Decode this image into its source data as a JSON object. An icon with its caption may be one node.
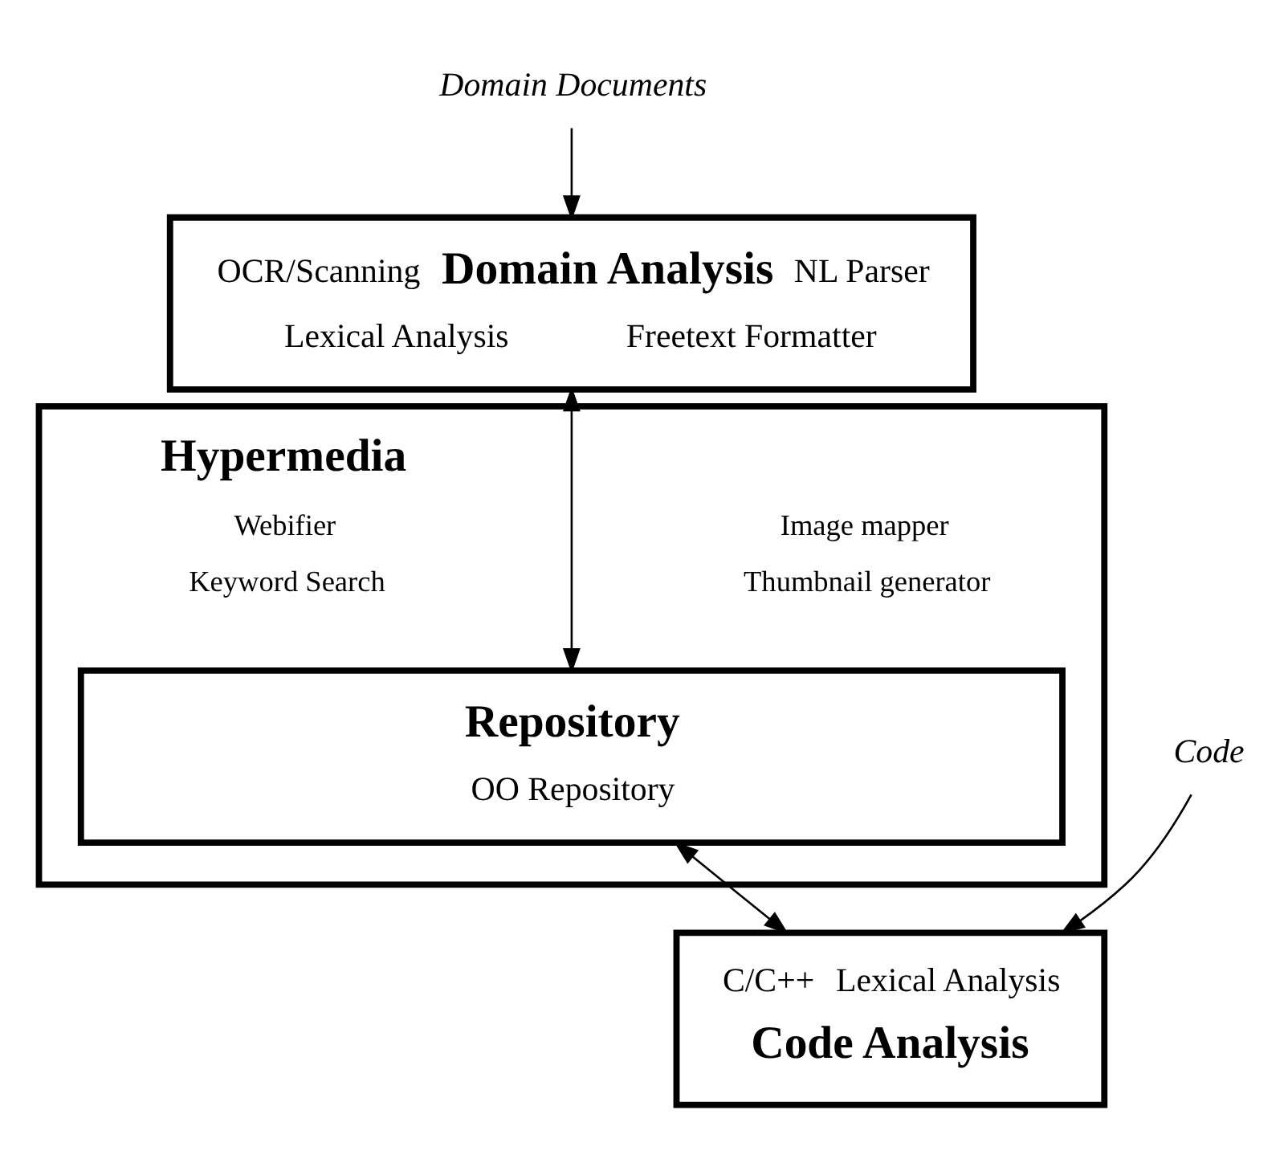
{
  "diagram": {
    "nodes": [
      {
        "text": [
          "Domain Documents"
        ]
      },
      {
        "text": [
          "OCR/Scanning",
          "Domain Analysis",
          "NL Parser",
          "Lexical Analysis",
          "Freetext Formatter"
        ]
      },
      {
        "text": [
          "Hypermedia",
          "Webifier",
          "Image mapper",
          "Keyword Search",
          "Thumbnail generator"
        ]
      },
      {
        "text": [
          "Repository",
          "OO Repository"
        ],
        "in": 2
      },
      {
        "text": [
          "C/C++",
          "Lexical Analysis",
          "Code Analysis"
        ]
      },
      {
        "text": [
          "Code"
        ]
      }
    ],
    "edges": [
      {
        "from": 0,
        "to": 1,
        "arrow": "to"
      },
      {
        "from": 1,
        "to": 3,
        "arrow": "both"
      },
      {
        "from": 3,
        "to": 4,
        "arrow": "both"
      },
      {
        "from": 5,
        "to": 4,
        "arrow": "to"
      }
    ]
  }
}
